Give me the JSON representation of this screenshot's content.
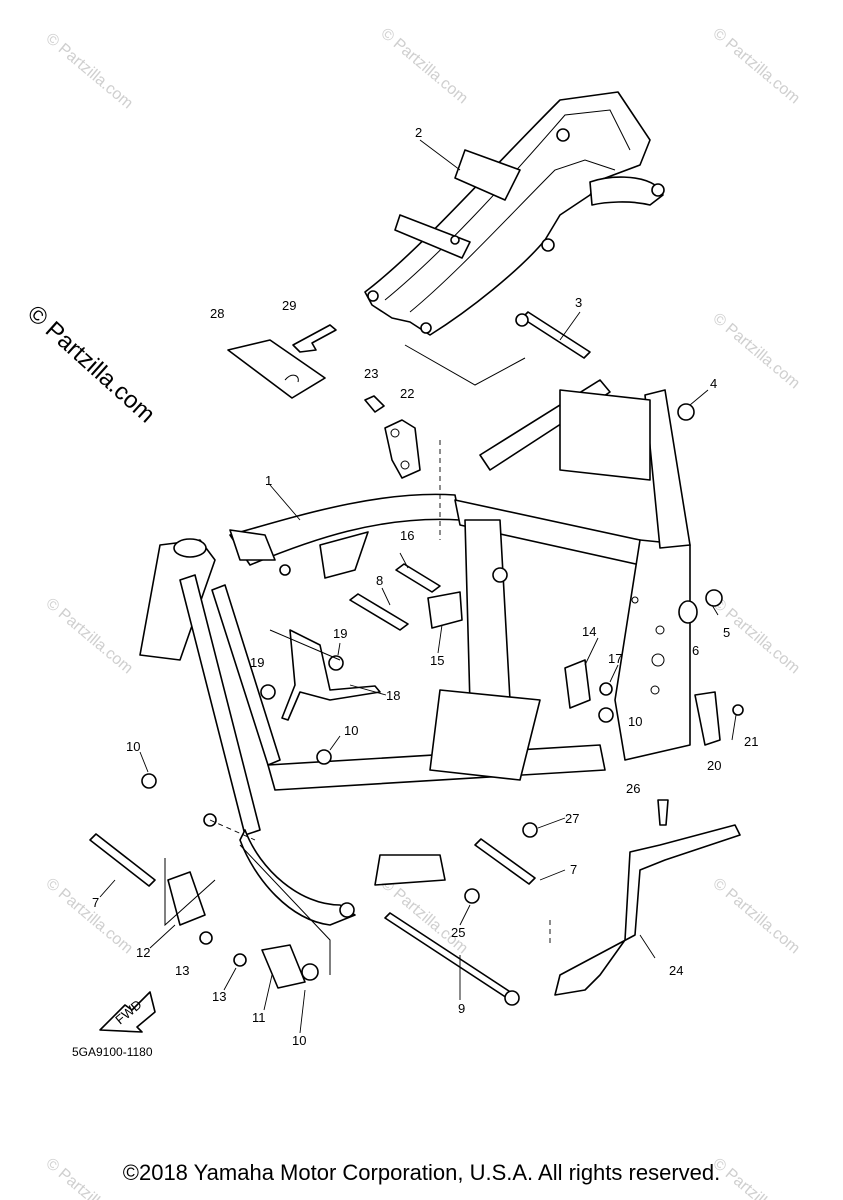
{
  "watermark": {
    "big": "© Partzilla.com",
    "small": "© Partzilla.com"
  },
  "fwd_label": "FWD",
  "diagram_code": "5GA9100-1180",
  "copyright": "©2018 Yamaha Motor Corporation, U.S.A. All rights reserved.",
  "part_labels": [
    "1",
    "2",
    "3",
    "4",
    "5",
    "6",
    "7",
    "7",
    "8",
    "9",
    "10",
    "10",
    "10",
    "10",
    "11",
    "12",
    "13",
    "13",
    "14",
    "15",
    "16",
    "17",
    "18",
    "19",
    "19",
    "20",
    "21",
    "22",
    "23",
    "24",
    "25",
    "26",
    "27",
    "28",
    "29"
  ]
}
